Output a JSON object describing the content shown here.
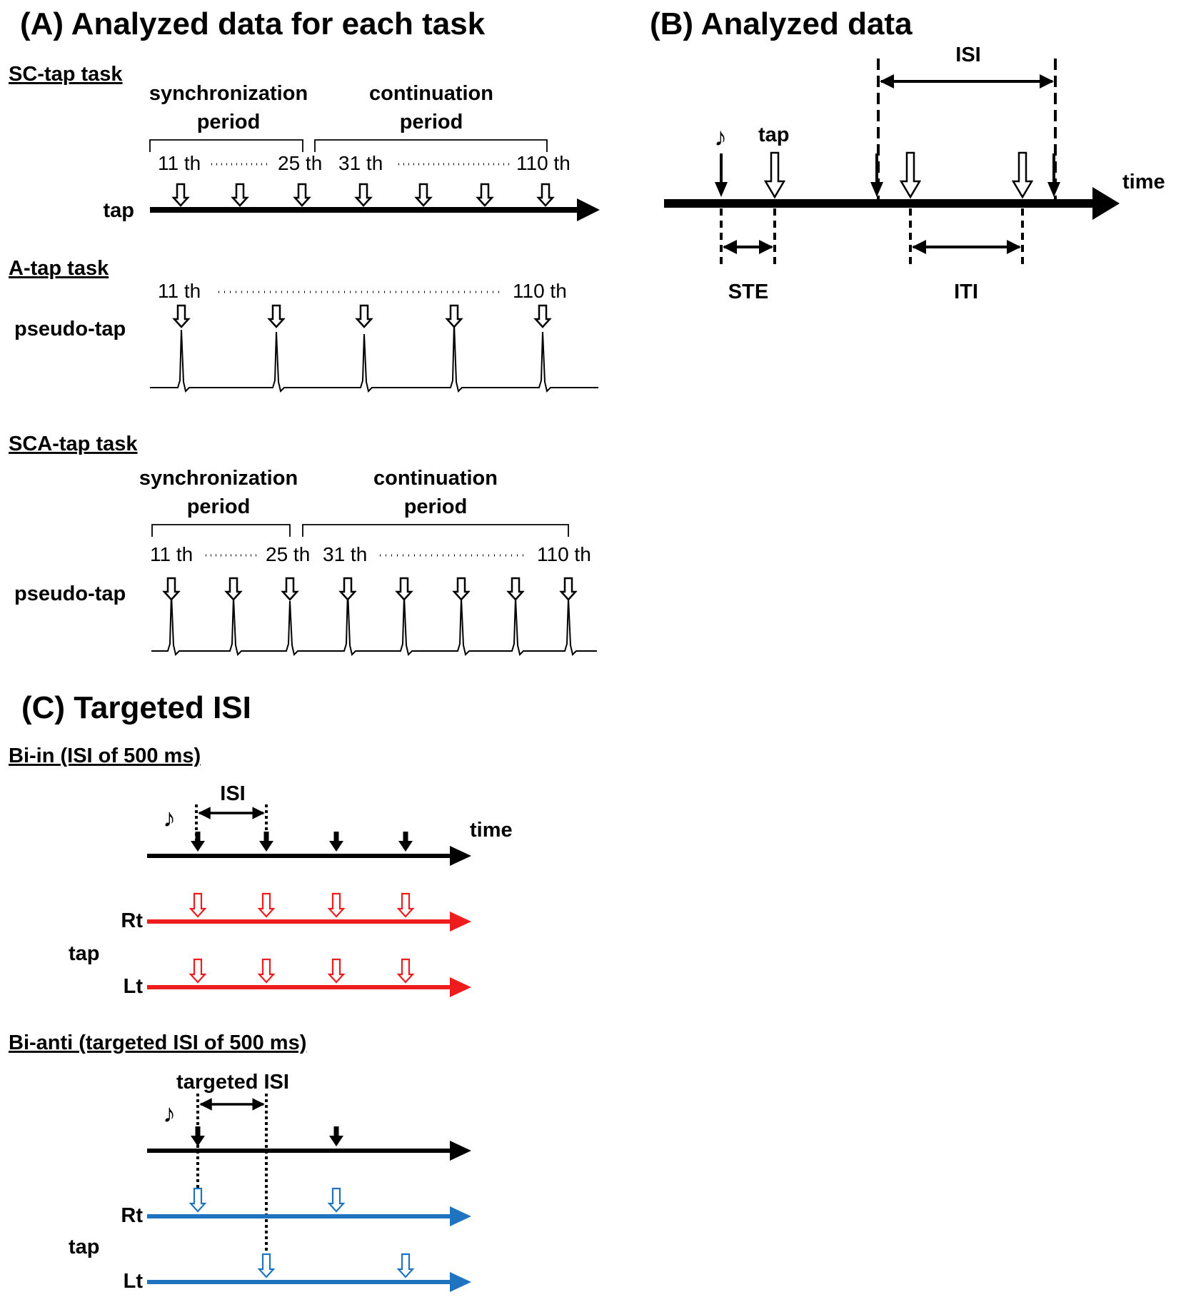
{
  "panels": {
    "A": {
      "title": "(A) Analyzed data for each task",
      "sc_tap": {
        "heading": "SC-tap task",
        "sync_label_1": "synchronization",
        "sync_label_2": "period",
        "cont_label_1": "continuation",
        "cont_label_2": "period",
        "ord_sync_start": "11 th",
        "ord_sync_end": "25 th",
        "ord_cont_start": "31 th",
        "ord_cont_end": "110 th",
        "axis_label": "tap"
      },
      "a_tap": {
        "heading": "A-tap task",
        "ord_start": "11 th",
        "ord_end": "110 th",
        "axis_label": "pseudo-tap"
      },
      "sca_tap": {
        "heading": "SCA-tap task",
        "sync_label_1": "synchronization",
        "sync_label_2": "period",
        "cont_label_1": "continuation",
        "cont_label_2": "period",
        "ord_sync_start": "11 th",
        "ord_sync_end": "25 th",
        "ord_cont_start": "31 th",
        "ord_cont_end": "110 th",
        "axis_label": "pseudo-tap"
      }
    },
    "B": {
      "title": "(B) Analyzed data",
      "note_symbol": "♪",
      "tap_label": "tap",
      "isi_label": "ISI",
      "time_label": "time",
      "ste_label": "STE",
      "iti_label": "ITI"
    },
    "C": {
      "title": "(C) Targeted ISI",
      "bi_in": {
        "heading": "Bi-in (ISI of 500 ms)",
        "note_symbol": "♪",
        "isi_label": "ISI",
        "time_label": "time",
        "rt_label": "Rt",
        "lt_label": "Lt",
        "tap_label": "tap"
      },
      "bi_anti": {
        "heading": "Bi-anti (targeted ISI of 500 ms)",
        "note_symbol": "♪",
        "isi_label": "targeted ISI",
        "rt_label": "Rt",
        "lt_label": "Lt",
        "tap_label": "tap"
      }
    }
  },
  "colors": {
    "ink": "#000000",
    "bi_in_tap": "#ee1c1c",
    "bi_anti_tap": "#1f73bf"
  }
}
